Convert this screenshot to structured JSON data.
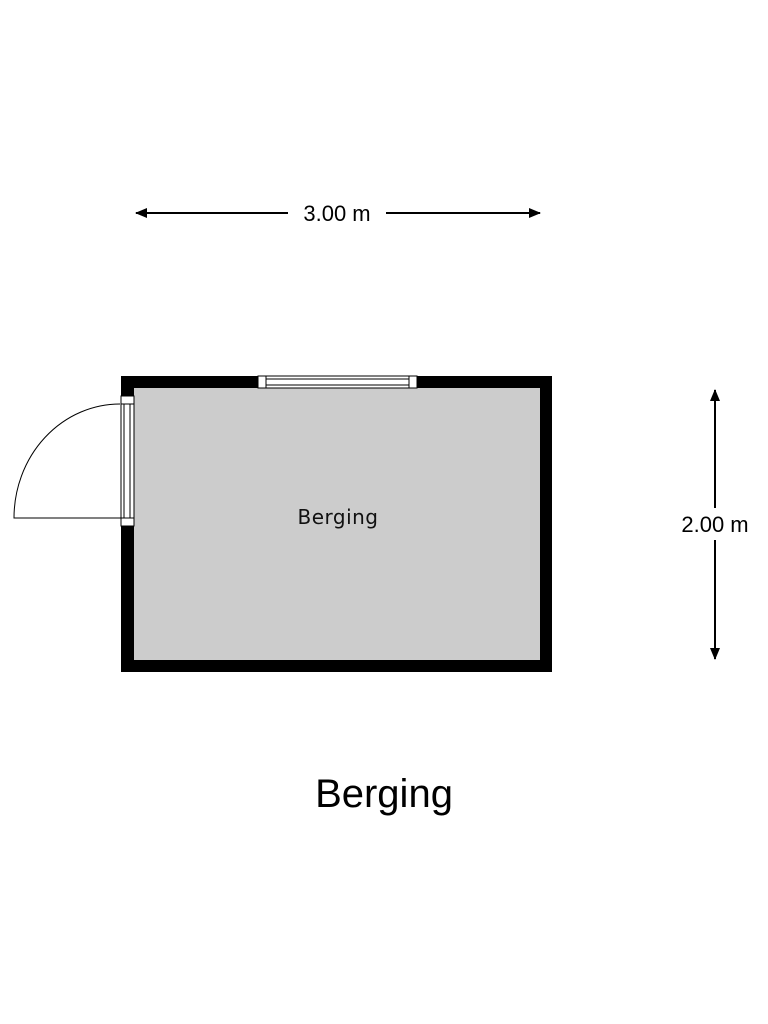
{
  "dimensions": {
    "width_label": "3.00 m",
    "height_label": "2.00 m"
  },
  "room": {
    "label": "Berging"
  },
  "plan": {
    "title": "Berging"
  },
  "colors": {
    "wall": "#000000",
    "floor": "#cccccc",
    "background": "#ffffff"
  }
}
